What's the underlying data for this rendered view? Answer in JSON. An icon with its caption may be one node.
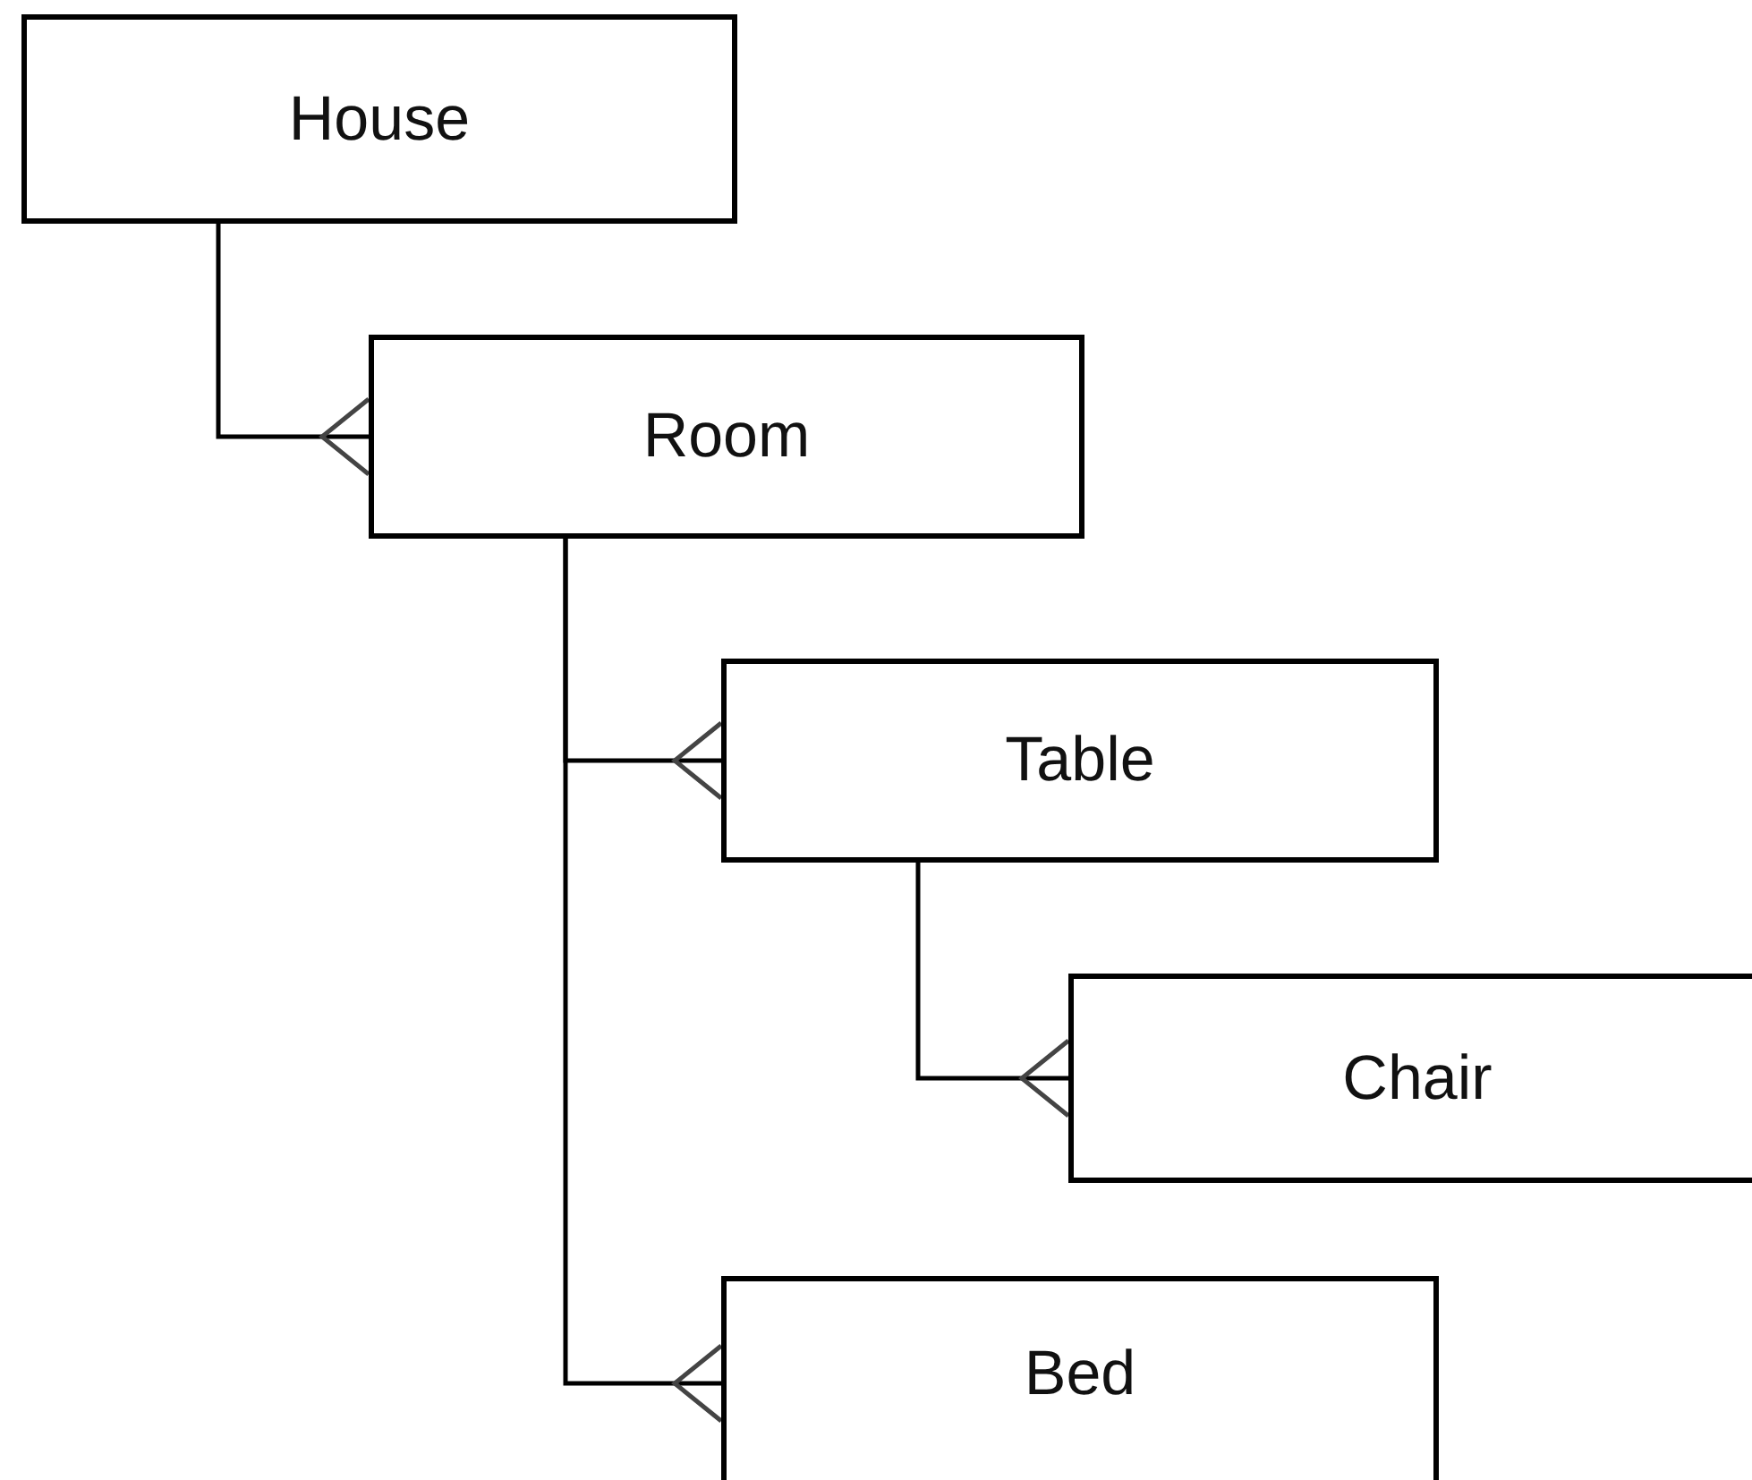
{
  "diagram": {
    "nodes": [
      {
        "text": [
          "House"
        ]
      },
      {
        "text": [
          "Room"
        ]
      },
      {
        "text": [
          "Table"
        ]
      },
      {
        "text": [
          "Chair"
        ]
      },
      {
        "text": [
          "Bed"
        ]
      }
    ],
    "edges": [
      {
        "from": 0,
        "to": 1,
        "arrow": "other"
      },
      {
        "from": 1,
        "to": 2,
        "arrow": "other"
      },
      {
        "from": 2,
        "to": 3,
        "arrow": "other"
      },
      {
        "from": 1,
        "to": 4,
        "arrow": "other"
      }
    ]
  }
}
